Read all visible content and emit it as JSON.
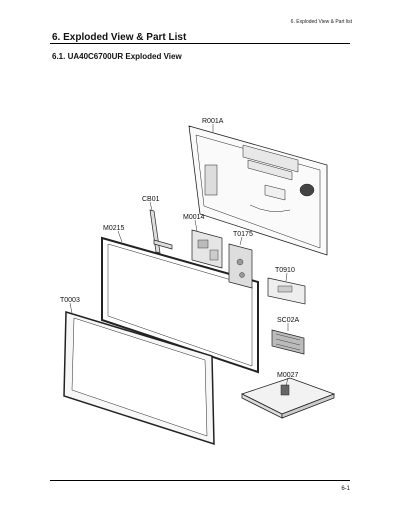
{
  "header": {
    "running_title": "6. Exploded View & Part list"
  },
  "section": {
    "title": "6. Exploded View & Part List",
    "subtitle": "6.1. UA40C6700UR Exploded View"
  },
  "diagram": {
    "callouts": {
      "rear_cover": "R001A",
      "cable_cb01": "CB01",
      "board_m0014": "M0014",
      "panel_m0215": "M0215",
      "board_t0175": "T0175",
      "bracket_t0910": "T0910",
      "front_bezel": "T0003",
      "cover_sc02a": "SC02A",
      "stand_m0027": "M0027"
    }
  },
  "footer": {
    "page_number": "6-1"
  }
}
